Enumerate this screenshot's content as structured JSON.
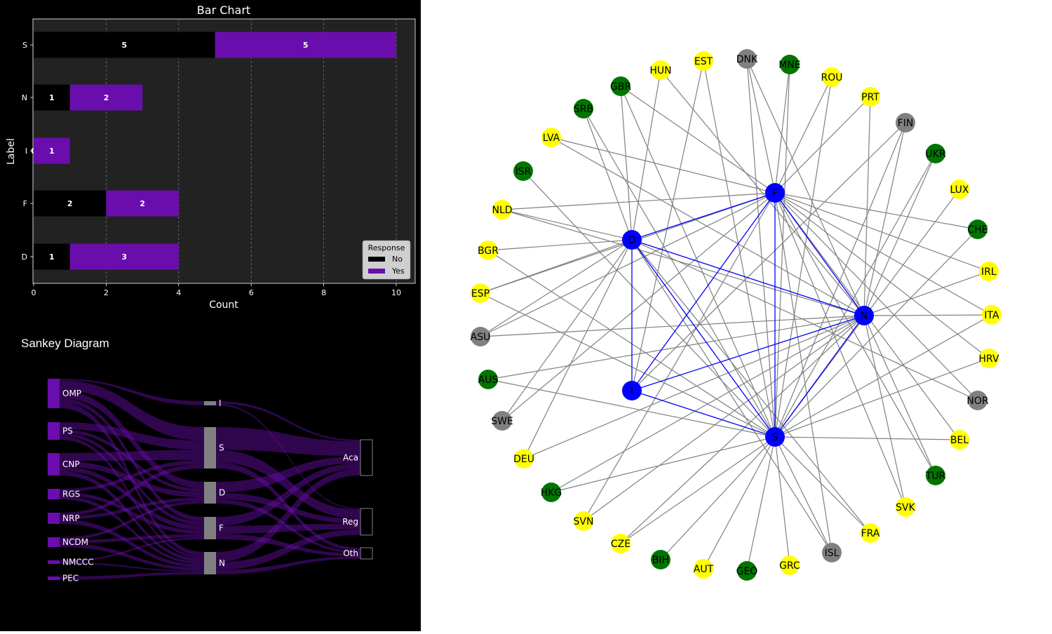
{
  "chart_data": [
    {
      "type": "bar",
      "orientation": "horizontal",
      "stacked": true,
      "title": "Bar Chart",
      "xlabel": "Count",
      "ylabel": "Label",
      "categories": [
        "S",
        "N",
        "I",
        "F",
        "D"
      ],
      "series": [
        {
          "name": "No",
          "values": [
            5,
            1,
            0,
            2,
            1
          ],
          "color": "#000000"
        },
        {
          "name": "Yes",
          "values": [
            5,
            2,
            1,
            2,
            3
          ],
          "color": "#6a0dad"
        }
      ],
      "xlim": [
        0,
        10.5
      ],
      "xticks": [
        "0",
        "2",
        "4",
        "6",
        "8",
        "10"
      ],
      "grid": "vertical dashed",
      "legend": {
        "title": "Response",
        "placement": "bottom-right"
      },
      "background": "#222222"
    },
    {
      "type": "sankey",
      "title": "Sankey Diagram",
      "sources": [
        "OMP",
        "PS",
        "CNP",
        "RGS",
        "NRP",
        "NCDM",
        "NMCCC",
        "PEC"
      ],
      "middle": [
        "I",
        "S",
        "D",
        "F",
        "N"
      ],
      "targets": [
        "Aca",
        "Reg",
        "Oth"
      ],
      "source_color": "#6a0dad",
      "middle_color": "#808080",
      "target_color": "#000000"
    },
    {
      "type": "network",
      "hubs": [
        "F",
        "D",
        "N",
        "I",
        "S"
      ],
      "hub_color": "#0000ff",
      "country_nodes": [
        {
          "label": "DNK",
          "color": "#808080"
        },
        {
          "label": "MNE",
          "color": "#007500"
        },
        {
          "label": "ROU",
          "color": "#ffff00"
        },
        {
          "label": "PRT",
          "color": "#ffff00"
        },
        {
          "label": "FIN",
          "color": "#808080"
        },
        {
          "label": "UKR",
          "color": "#007500"
        },
        {
          "label": "LUX",
          "color": "#ffff00"
        },
        {
          "label": "CHE",
          "color": "#007500"
        },
        {
          "label": "IRL",
          "color": "#ffff00"
        },
        {
          "label": "ITA",
          "color": "#ffff00"
        },
        {
          "label": "HRV",
          "color": "#ffff00"
        },
        {
          "label": "NOR",
          "color": "#808080"
        },
        {
          "label": "BEL",
          "color": "#ffff00"
        },
        {
          "label": "TUR",
          "color": "#007500"
        },
        {
          "label": "SVK",
          "color": "#ffff00"
        },
        {
          "label": "FRA",
          "color": "#ffff00"
        },
        {
          "label": "ISL",
          "color": "#808080"
        },
        {
          "label": "GRC",
          "color": "#ffff00"
        },
        {
          "label": "GEO",
          "color": "#007500"
        },
        {
          "label": "AUT",
          "color": "#ffff00"
        },
        {
          "label": "BIH",
          "color": "#007500"
        },
        {
          "label": "CZE",
          "color": "#ffff00"
        },
        {
          "label": "SVN",
          "color": "#ffff00"
        },
        {
          "label": "HKG",
          "color": "#007500"
        },
        {
          "label": "DEU",
          "color": "#ffff00"
        },
        {
          "label": "SWE",
          "color": "#808080"
        },
        {
          "label": "AUS",
          "color": "#007500"
        },
        {
          "label": "ASU",
          "color": "#808080"
        },
        {
          "label": "ESP",
          "color": "#ffff00"
        },
        {
          "label": "BGR",
          "color": "#ffff00"
        },
        {
          "label": "NLD",
          "color": "#ffff00"
        },
        {
          "label": "ISR",
          "color": "#007500"
        },
        {
          "label": "LVA",
          "color": "#ffff00"
        },
        {
          "label": "SRB",
          "color": "#007500"
        },
        {
          "label": "GBR",
          "color": "#007500"
        },
        {
          "label": "HUN",
          "color": "#ffff00"
        },
        {
          "label": "EST",
          "color": "#ffff00"
        }
      ],
      "edge_color": "#808080",
      "hub_edge_color": "#0000ff"
    }
  ]
}
